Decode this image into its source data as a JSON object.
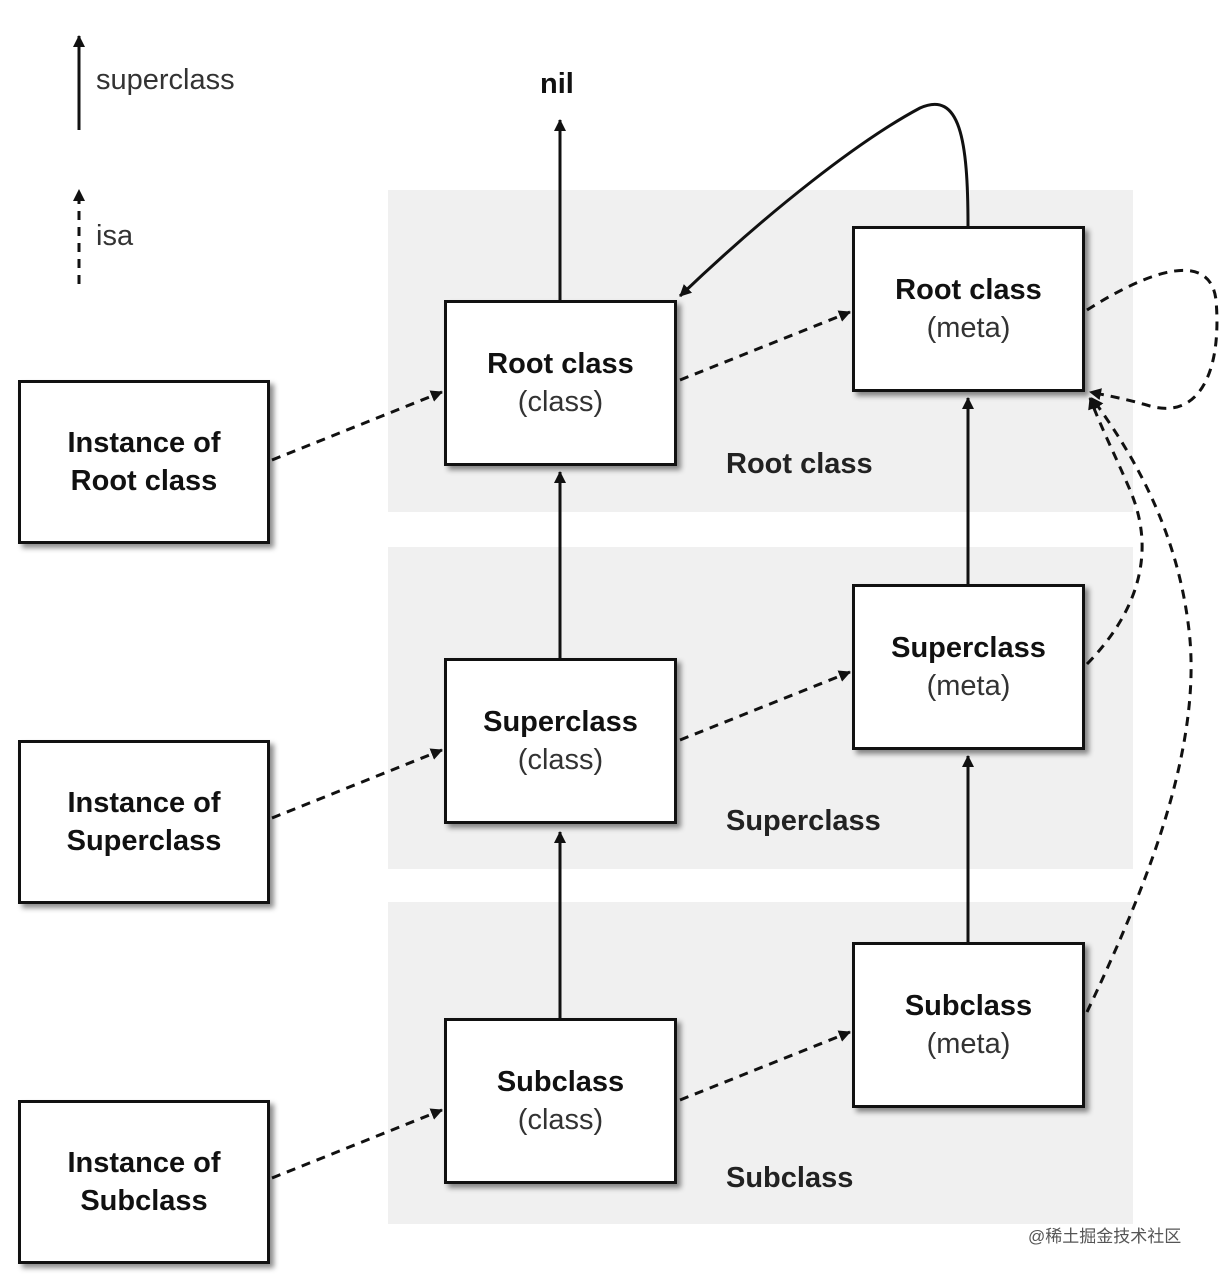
{
  "legend": {
    "superclass_label": "superclass",
    "isa_label": "isa"
  },
  "nil_label": "nil",
  "bands": {
    "root": "Root class",
    "super": "Superclass",
    "sub": "Subclass"
  },
  "instances": {
    "root": {
      "line1": "Instance of",
      "line2": "Root class"
    },
    "super": {
      "line1": "Instance of",
      "line2": "Superclass"
    },
    "sub": {
      "line1": "Instance of",
      "line2": "Subclass"
    }
  },
  "classes": {
    "root": {
      "name": "Root class",
      "kind": "(class)"
    },
    "super": {
      "name": "Superclass",
      "kind": "(class)"
    },
    "sub": {
      "name": "Subclass",
      "kind": "(class)"
    }
  },
  "metas": {
    "root": {
      "name": "Root class",
      "kind": "(meta)"
    },
    "super": {
      "name": "Superclass",
      "kind": "(meta)"
    },
    "sub": {
      "name": "Subclass",
      "kind": "(meta)"
    }
  },
  "watermark": "@稀土掘金技术社区",
  "colors": {
    "band": "#f0f0f0",
    "stroke": "#111111"
  }
}
